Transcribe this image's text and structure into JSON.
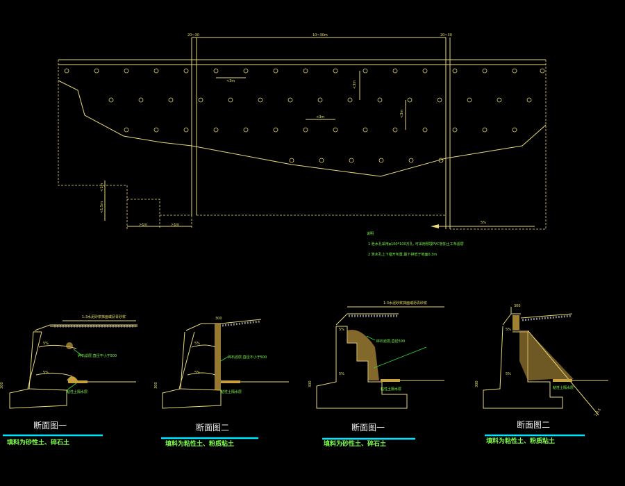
{
  "plan": {
    "top_dims": [
      "20~30",
      "10~30m",
      "20~30"
    ],
    "spacing_h": "<3m",
    "spacing_v": "<3m",
    "spacing_h2": "<3m",
    "spacing_v2": "<3m",
    "left_dims_v": [
      "<1m",
      "<1.5m"
    ],
    "bottom_dims": [
      ">1m",
      ">1m"
    ],
    "slope_label": "5%",
    "notes_title": "说明",
    "notes": [
      "1  泄水孔采用φ100*100方孔, 可采用预埋PVC管加土工布滤层",
      "2  泄水孔上下错开布置,最下排低于地面0.3m"
    ]
  },
  "sections": [
    {
      "title": "断面图一",
      "subtitle": "填料为砂性土、碎石土",
      "top_note": "1:3水泥砂浆抹面或沥青砂浆",
      "callout": "碎石滤层,直径不小于500",
      "base_note": "粘性土隔水层",
      "labels": [
        "5%",
        "5%",
        "300"
      ]
    },
    {
      "title": "断面图二",
      "subtitle": "填料为粘性土、粉质粘土",
      "top_note": "300",
      "callout": "碎石滤层,直径不小于500",
      "base_note": "粘性土隔水层",
      "labels": [
        "5%",
        "5%",
        "300"
      ]
    },
    {
      "title": "断面图一",
      "subtitle": "填料为砂性土、碎石土",
      "top_note": "1:3水泥砂浆抹面或沥青砂浆",
      "callout": "碎石滤层,直径500",
      "base_note": "粘性土隔水层",
      "labels": [
        "5%",
        "5%",
        "300"
      ]
    },
    {
      "title": "断面图二",
      "subtitle": "填料为粘性土、粉质粘土",
      "top_note": "300",
      "callout": "",
      "base_note": "粘性土隔水层",
      "labels": [
        "5%",
        "5%",
        "300",
        "1:0.5"
      ]
    }
  ]
}
